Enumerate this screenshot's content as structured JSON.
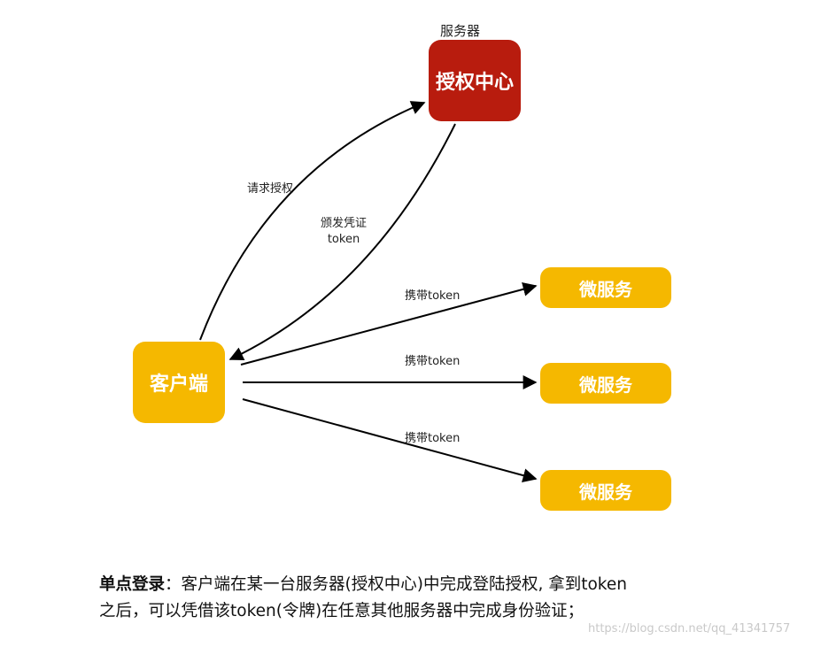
{
  "server_label": "服务器",
  "nodes": {
    "auth_center": "授权中心",
    "client": "客户端",
    "microservices": [
      "微服务",
      "微服务",
      "微服务"
    ]
  },
  "edge_labels": {
    "request_auth": "请求授权",
    "issue_credential_line1": "颁发凭证",
    "issue_credential_line2": "token",
    "carry_token": [
      "携带token",
      "携带token",
      "携带token"
    ]
  },
  "caption": {
    "term": "单点登录",
    "separator": "：",
    "text_line1": "客户端在某一台服务器(授权中心)中完成登陆授权, 拿到token",
    "text_line2": "之后，可以凭借该token(令牌)在任意其他服务器中完成身份验证；"
  },
  "watermark": "https://blog.csdn.net/qq_41341757",
  "colors": {
    "auth_center": "#b81c0e",
    "client": "#f5b800",
    "microservice": "#f5b800",
    "edge": "#000000"
  }
}
